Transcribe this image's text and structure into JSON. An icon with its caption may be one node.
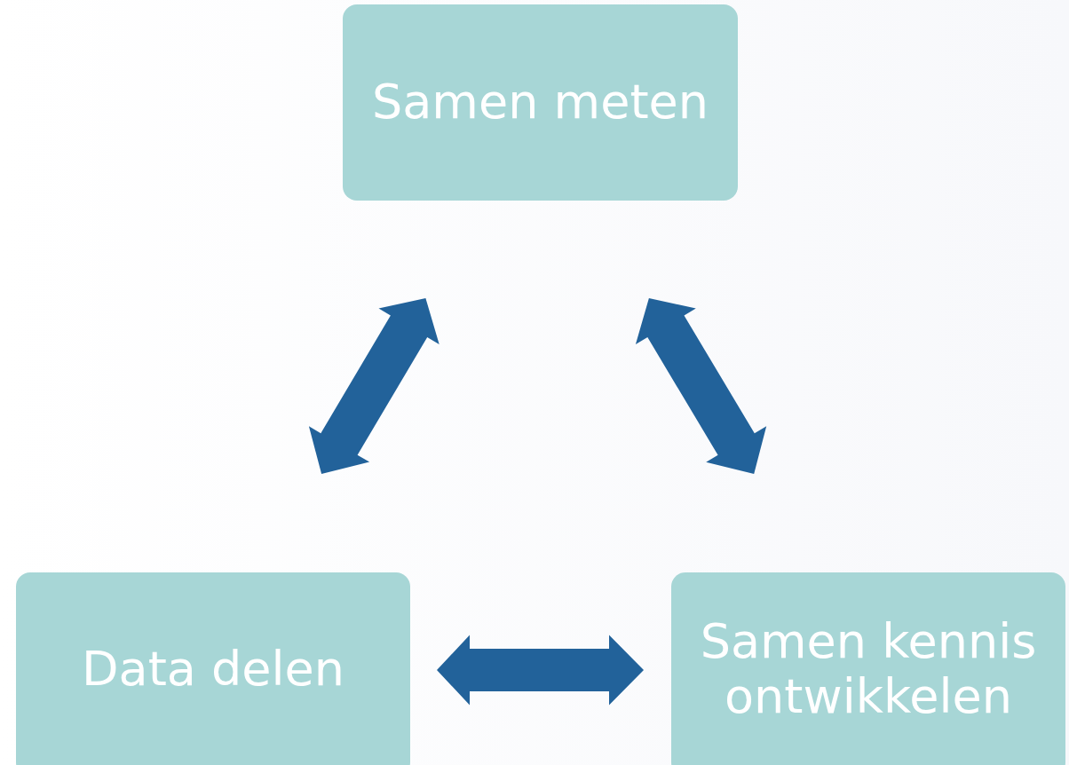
{
  "diagram": {
    "nodes": [
      {
        "text": [
          "Samen meten"
        ]
      },
      {
        "text": [
          "Data delen"
        ]
      },
      {
        "text": [
          "Samen kennis ontwikkelen"
        ]
      }
    ],
    "edges": [
      {
        "from": 0,
        "to": 1,
        "arrow": "both",
        "style": "thick"
      },
      {
        "from": 0,
        "to": 2,
        "arrow": "both",
        "style": "thick"
      },
      {
        "from": 1,
        "to": 2,
        "arrow": "both",
        "style": "thick"
      }
    ]
  }
}
